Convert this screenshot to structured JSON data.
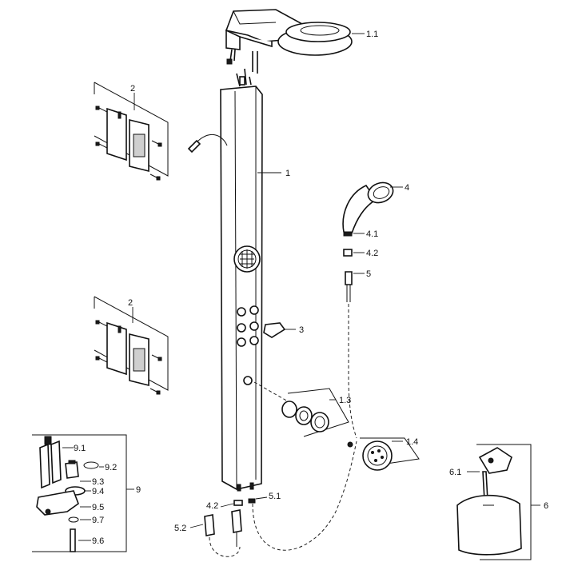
{
  "callouts": {
    "head_shower": "1.1",
    "column": "1",
    "bracket_upper": "2",
    "bracket_lower": "2",
    "hand_shower": "4",
    "hand_shower_insert": "4.1",
    "hand_shower_washer": "4.2",
    "hose": "5",
    "soap_holder": "3",
    "body_jets": "1.3",
    "side_jet": "1.4",
    "cartridge": "9.1",
    "oring": "9.2",
    "nut": "9.3",
    "washer": "9.4",
    "body": "9.5",
    "small_oring": "9.7",
    "screw": "9.6",
    "kit": "9",
    "washer_bottom": "4.2",
    "fitting_right": "5.1",
    "fitting_left": "5.2",
    "key": "6.1",
    "wall_box": "6"
  }
}
